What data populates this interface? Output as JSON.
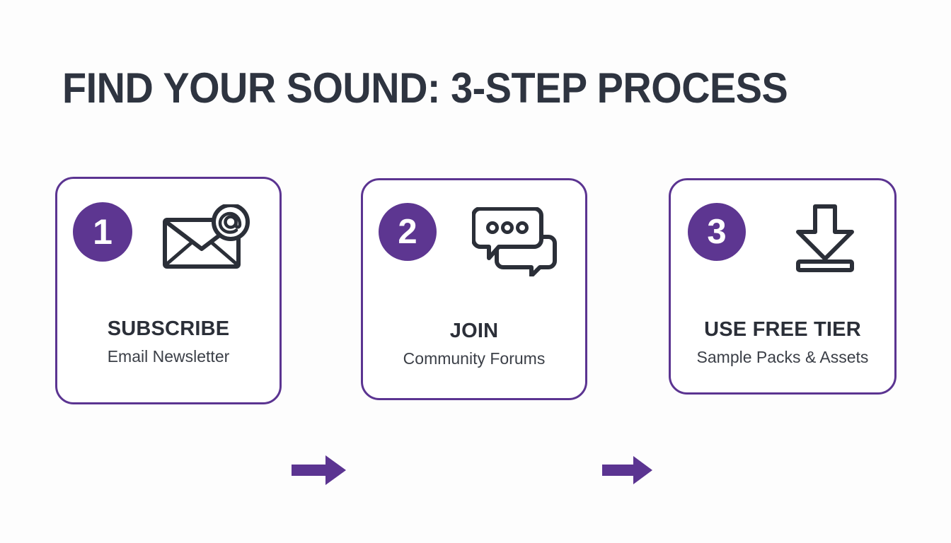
{
  "title": "FIND YOUR SOUND: 3-STEP PROCESS",
  "colors": {
    "background": "#fdfdfd",
    "card_background": "#ffffff",
    "accent_purple": "#5b3491",
    "badge_purple": "#5d3691",
    "arrow_purple": "#5b3491",
    "title_text": "#2e3440",
    "step_title_text": "#2b2f38",
    "step_subtitle_text": "#3b3f47",
    "icon_stroke": "#2b2f38"
  },
  "steps": [
    {
      "number": "1",
      "title": "SUBSCRIBE",
      "subtitle": "Email Newsletter",
      "icon": "envelope-at-icon"
    },
    {
      "number": "2",
      "title": "JOIN",
      "subtitle": "Community Forums",
      "icon": "chat-bubbles-icon"
    },
    {
      "number": "3",
      "title": "USE FREE TIER",
      "subtitle": "Sample Packs & Assets",
      "icon": "download-icon"
    }
  ],
  "connectors": [
    {
      "name": "arrow-step1-to-step2",
      "icon": "arrow-right-icon"
    },
    {
      "name": "arrow-step2-to-step3",
      "icon": "arrow-right-icon"
    }
  ]
}
